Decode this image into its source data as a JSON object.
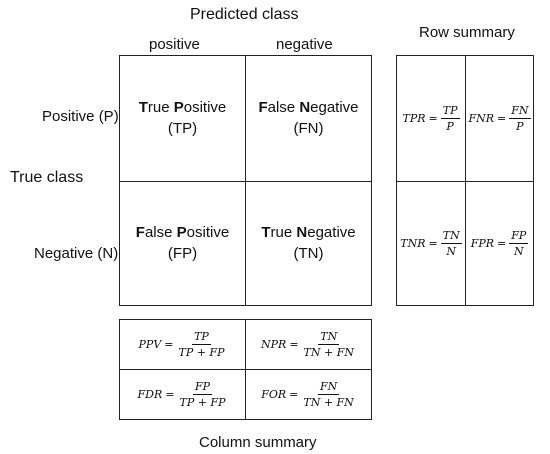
{
  "headers": {
    "predicted_class": "Predicted class",
    "positive": "positive",
    "negative": "negative",
    "true_class": "True class",
    "row_positive": "Positive (P)",
    "row_negative": "Negative (N)",
    "row_summary": "Row summary",
    "column_summary": "Column summary"
  },
  "matrix": {
    "tp": {
      "parts": [
        [
          "T",
          true
        ],
        [
          "rue ",
          false
        ],
        [
          "P",
          true
        ],
        [
          "ositive",
          false
        ]
      ],
      "abbr": "(TP)"
    },
    "fn": {
      "parts": [
        [
          "F",
          true
        ],
        [
          "alse ",
          false
        ],
        [
          "N",
          true
        ],
        [
          "egative",
          false
        ]
      ],
      "abbr": "(FN)"
    },
    "fp": {
      "parts": [
        [
          "F",
          true
        ],
        [
          "alse ",
          false
        ],
        [
          "P",
          true
        ],
        [
          "ositive",
          false
        ]
      ],
      "abbr": "(FP)"
    },
    "tn": {
      "parts": [
        [
          "T",
          true
        ],
        [
          "rue ",
          false
        ],
        [
          "N",
          true
        ],
        [
          "egative",
          false
        ]
      ],
      "abbr": "(TN)"
    }
  },
  "row_summary": {
    "tpr": {
      "lhs": "TPR",
      "eq": "=",
      "num": "TP",
      "den": "P"
    },
    "fnr": {
      "lhs": "FNR",
      "eq": "=",
      "num": "FN",
      "den": "P"
    },
    "tnr": {
      "lhs": "TNR",
      "eq": "=",
      "num": "TN",
      "den": "N"
    },
    "fpr": {
      "lhs": "FPR",
      "eq": "=",
      "num": "FP",
      "den": "N"
    }
  },
  "column_summary": {
    "ppv": {
      "lhs": "PPV",
      "eq": "=",
      "num": "TP",
      "den": "TP + FP"
    },
    "npr": {
      "lhs": "NPR",
      "eq": "=",
      "num": "TN",
      "den": "TN + FN"
    },
    "fdr": {
      "lhs": "FDR",
      "eq": "=",
      "num": "FP",
      "den": "TP + FP"
    },
    "for": {
      "lhs": "FOR",
      "eq": "=",
      "num": "FN",
      "den": "TN + FN"
    }
  }
}
